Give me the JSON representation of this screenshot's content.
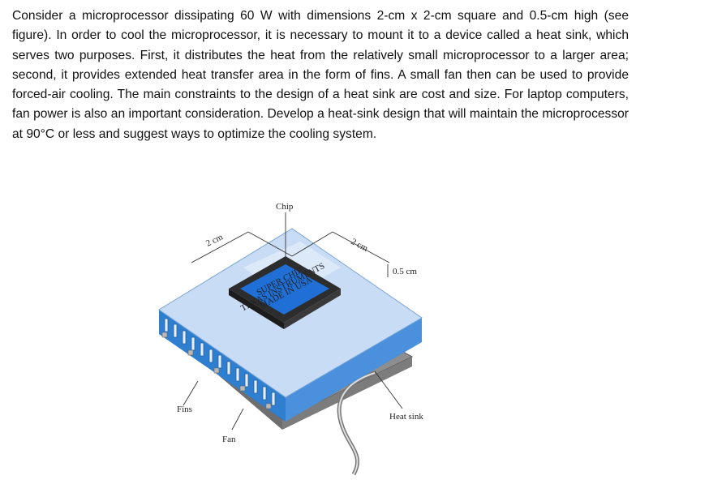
{
  "problem": {
    "text": "Consider a microprocessor dissipating 60 W with dimensions 2-cm x 2-cm square and 0.5-cm high (see figure). In order to cool the microprocessor, it is necessary to mount it to a device called a heat sink, which serves two purposes. First, it distributes the heat from the relatively small microprocessor to a larger area; second, it provides extended heat transfer area in the form of fins. A small fan then can be used to provide forced-air cooling. The main constraints to the design of a heat sink are cost and size. For laptop computers, fan power is also an important consideration. Develop a heat-sink design that will maintain the microprocessor at 90°C or less and suggest ways to optimize the cooling system."
  },
  "figure": {
    "labels": {
      "chip": "Chip",
      "dim_left": "2 cm",
      "dim_right": "2 cm",
      "height": "0.5 cm",
      "fins": "Fins",
      "fan": "Fan",
      "heat_sink": "Heat sink"
    },
    "chip_marking": [
      "SUPER CHIP",
      "TEXAS INSTRUMENTS",
      "MADE IN USA"
    ],
    "colors": {
      "sink_top": "#c9dcf5",
      "sink_side_left": "#2f7fd0",
      "sink_side_right": "#4a90dd",
      "chip_body": "#2d2d2d",
      "chip_die": "#1f6fd6",
      "fan_base": "#8e8e8e"
    }
  }
}
